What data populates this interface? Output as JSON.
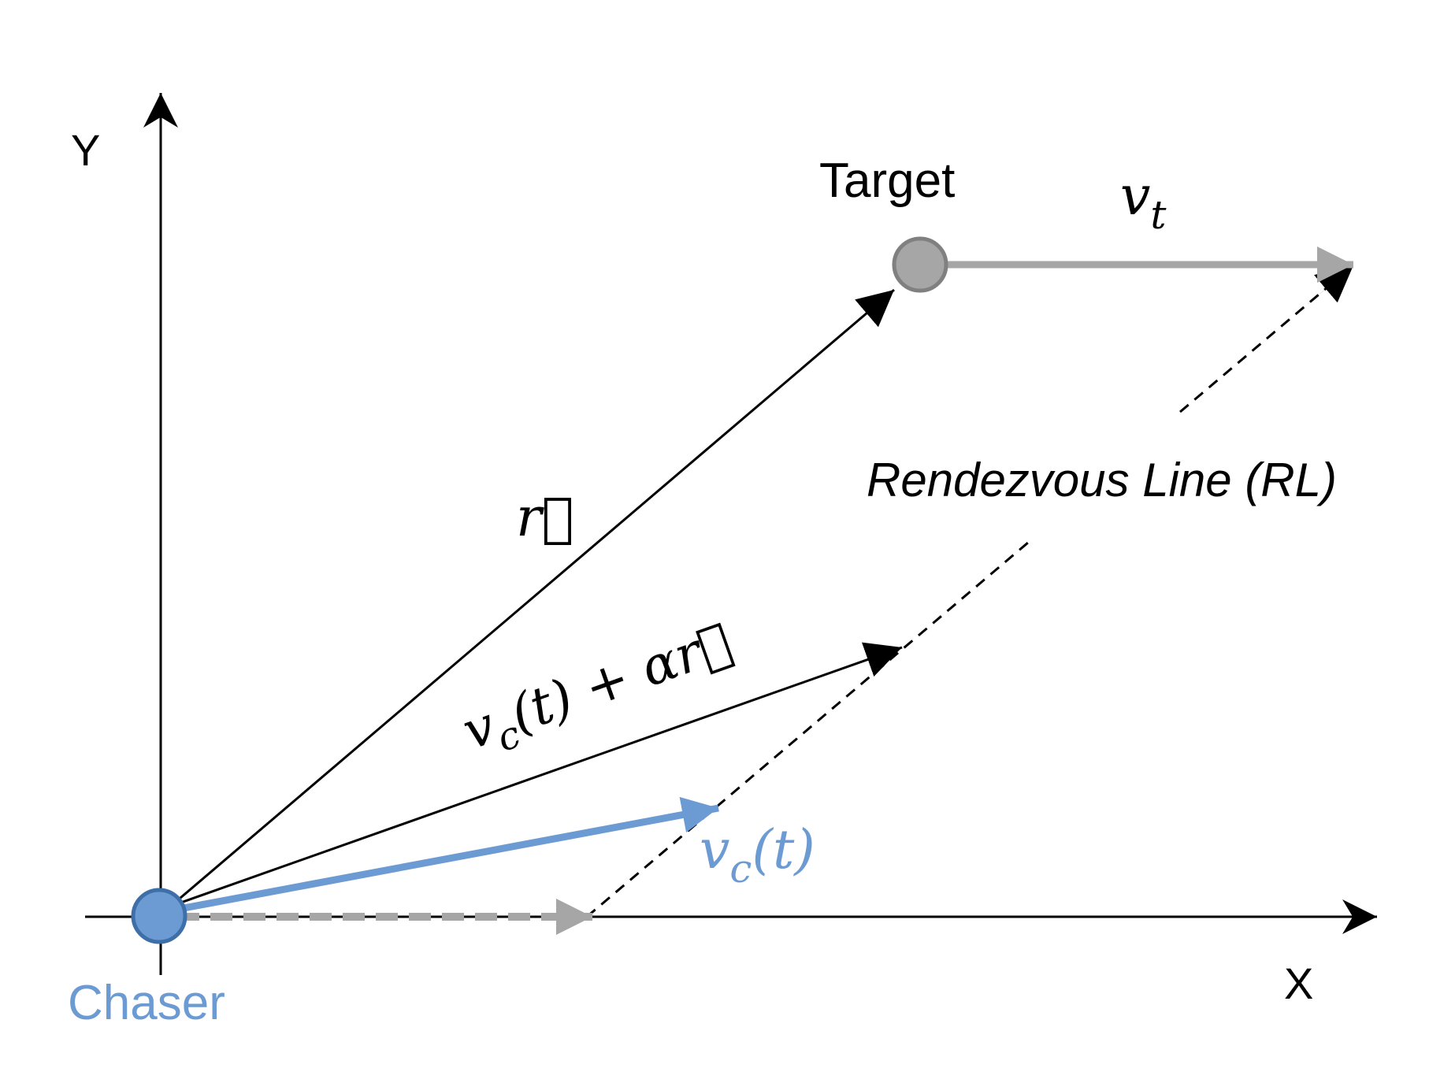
{
  "axes": {
    "x_label": "X",
    "y_label": "Y"
  },
  "nodes": {
    "chaser_label": "Chaser",
    "target_label": "Target"
  },
  "vectors": {
    "target_velocity": {
      "symbol": "v",
      "subscript": "t"
    },
    "relative_position": {
      "symbol": "r",
      "arrow": "⃗"
    },
    "guidance_velocity": {
      "prefix": "v",
      "subscript": "c",
      "middle": "(t) + α",
      "symbol": "r",
      "arrow": "⃗"
    },
    "chaser_velocity": {
      "symbol": "v",
      "subscript": "c",
      "suffix": "(t)"
    }
  },
  "rendezvous_line_label": "Rendezvous Line (RL)",
  "colors": {
    "axis": "#000000",
    "chaser": "#6b9bd2",
    "chaser_stroke": "#3f6fa8",
    "target": "#a6a6a6",
    "target_stroke": "#808080",
    "gray_arrow": "#a6a6a6",
    "black": "#000000"
  }
}
